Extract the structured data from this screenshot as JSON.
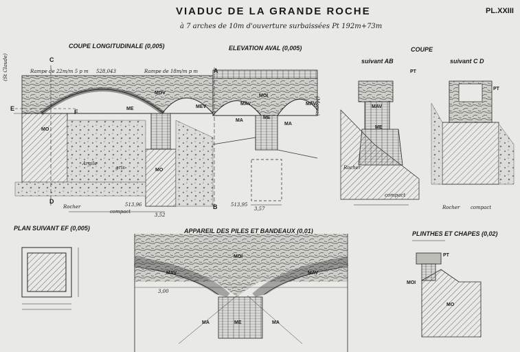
{
  "title": "VIADUC DE LA GRANDE ROCHE",
  "subtitle": "à 7 arches de 10m d'ouverture surbaissées  Pt 192m+73m",
  "plate": "PL.XXIII",
  "views": {
    "coupe_long": "COUPE LONGITUDINALE (0,005)",
    "elevation": "ELEVATION AVAL (0,005)",
    "coupe": "COUPE",
    "suivant_ab": "suivant AB",
    "suivant_cd": "suivant C D",
    "plan_ef": "PLAN SUIVANT EF (0,005)",
    "appareil": "APPAREIL DES PILES ET BANDEAUX (0,01)",
    "plinthes": "PLINTHES ET CHAPES (0,02)"
  },
  "letters": {
    "a": "A",
    "b": "B",
    "c": "C",
    "d": "D",
    "e": "E",
    "f": "F"
  },
  "labels": {
    "mo": "MO",
    "mov": "MOV",
    "mev": "MEV",
    "me": "ME",
    "moi": "MOI",
    "mav": "MAV",
    "ma": "MA",
    "pt": "PT",
    "rocher": "Rocher",
    "compact": "compact",
    "argile": "Argile",
    "gris": "gris",
    "st_claude": "(St Claude)",
    "morez": "(Morez)",
    "rampe1": "Rampe de 22m/m 5 p m",
    "rampe2": "Rampe de 18m/m p m",
    "level_528": "528,043",
    "level_513a": "513,96",
    "level_513b": "513,95",
    "dim_352": "3,52",
    "dim_357": "3,57",
    "dim_300": "3,00"
  }
}
